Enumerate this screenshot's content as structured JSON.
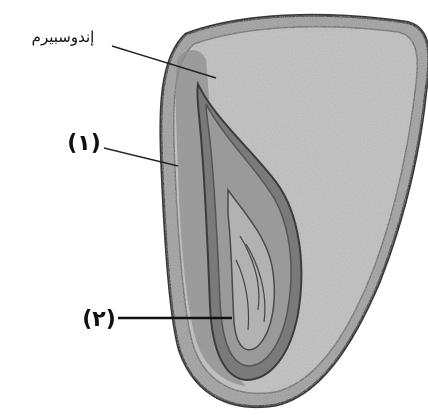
{
  "figure": {
    "labels": {
      "endosperm": "إندوسبيرم",
      "part1": "(١)",
      "part2": "(٢)"
    }
  }
}
